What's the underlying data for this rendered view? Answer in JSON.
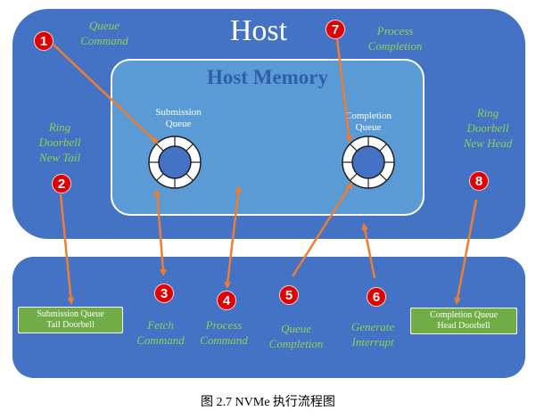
{
  "host": {
    "title": "Host"
  },
  "host_memory": {
    "title": "Host Memory",
    "submission_queue": "Submission\nQueue",
    "completion_queue": "Completion\nQueue"
  },
  "steps": [
    {
      "number": "1",
      "label": "Queue\nCommand"
    },
    {
      "number": "2",
      "label": "Ring\nDoorbell\nNew Tail"
    },
    {
      "number": "3",
      "label": "Fetch\nCommand"
    },
    {
      "number": "4",
      "label": "Process\nCommand"
    },
    {
      "number": "5",
      "label": "Queue\nCompletion"
    },
    {
      "number": "6",
      "label": "Generate\nInterrupt"
    },
    {
      "number": "7",
      "label": "Process\nCompletion"
    },
    {
      "number": "8",
      "label": "Ring\nDoorbell\nNew Head"
    }
  ],
  "doorbells": {
    "submission": "Submission Queue\nTail Doorbell",
    "completion": "Completion Queue\nHead Doorbell"
  },
  "caption": "图 2.7    NVMe  执行流程图",
  "colors": {
    "panel": "#4472c4",
    "memory": "#5b9bd5",
    "label": "#92d050",
    "arrow": "#ed7d31",
    "badge": "#e00000",
    "doorbell": "#70ad47"
  }
}
